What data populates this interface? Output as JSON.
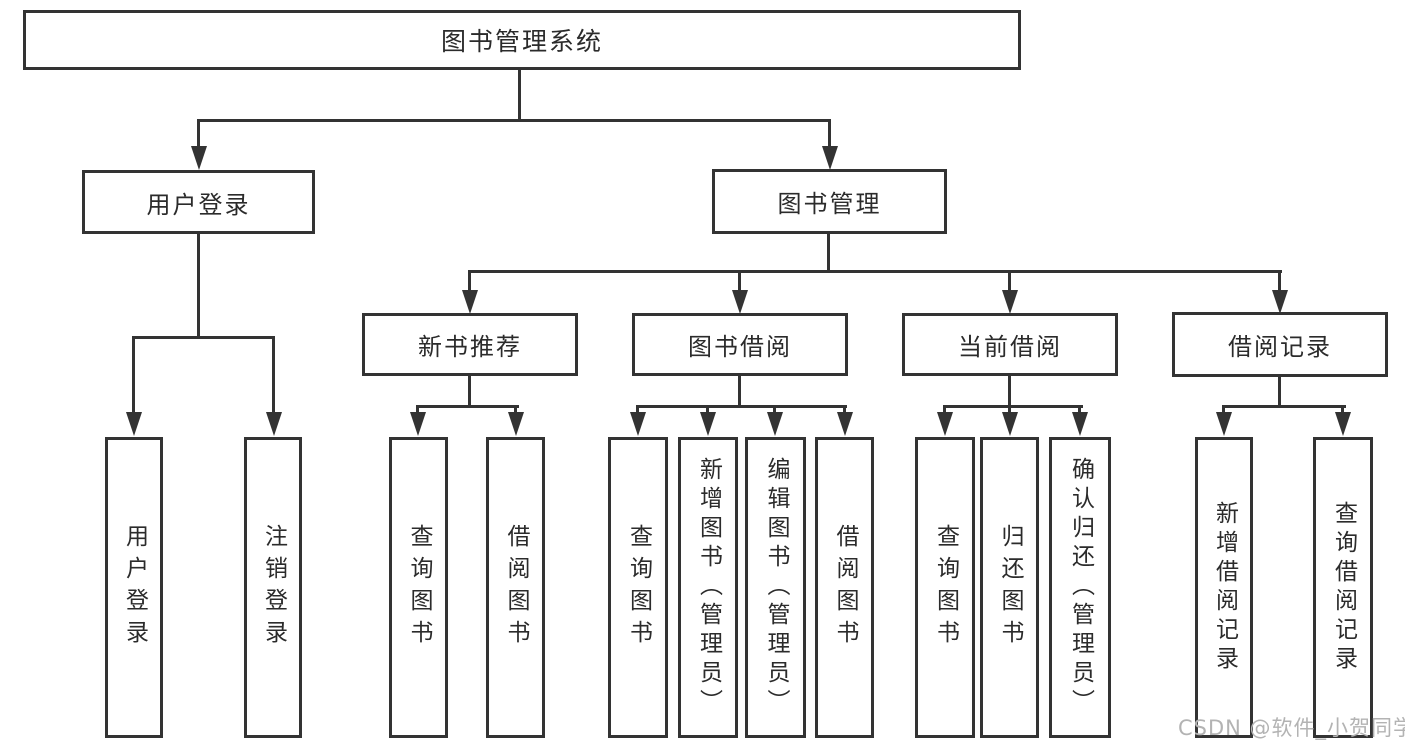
{
  "diagram": {
    "root": {
      "label": "图书管理系统"
    },
    "branches": [
      {
        "label": "用户登录",
        "children": [
          {
            "label": "用户登录"
          },
          {
            "label": "注销登录"
          }
        ]
      },
      {
        "label": "图书管理",
        "groups": [
          {
            "label": "新书推荐",
            "children": [
              {
                "label": "查询图书"
              },
              {
                "label": "借阅图书"
              }
            ]
          },
          {
            "label": "图书借阅",
            "children": [
              {
                "label": "查询图书"
              },
              {
                "label": "新增图书（管理员）"
              },
              {
                "label": "编辑图书（管理员）"
              },
              {
                "label": "借阅图书"
              }
            ]
          },
          {
            "label": "当前借阅",
            "children": [
              {
                "label": "查询图书"
              },
              {
                "label": "归还图书"
              },
              {
                "label": "确认归还（管理员）"
              }
            ]
          },
          {
            "label": "借阅记录",
            "children": [
              {
                "label": "新增借阅记录"
              },
              {
                "label": "查询借阅记录"
              }
            ]
          }
        ]
      }
    ]
  },
  "watermark": {
    "text": "CSDN @软件_小贺同学"
  },
  "colors": {
    "line": "#333333",
    "text": "#2b2b2b",
    "watermark": "#b3b3b3",
    "background": "#ffffff"
  }
}
